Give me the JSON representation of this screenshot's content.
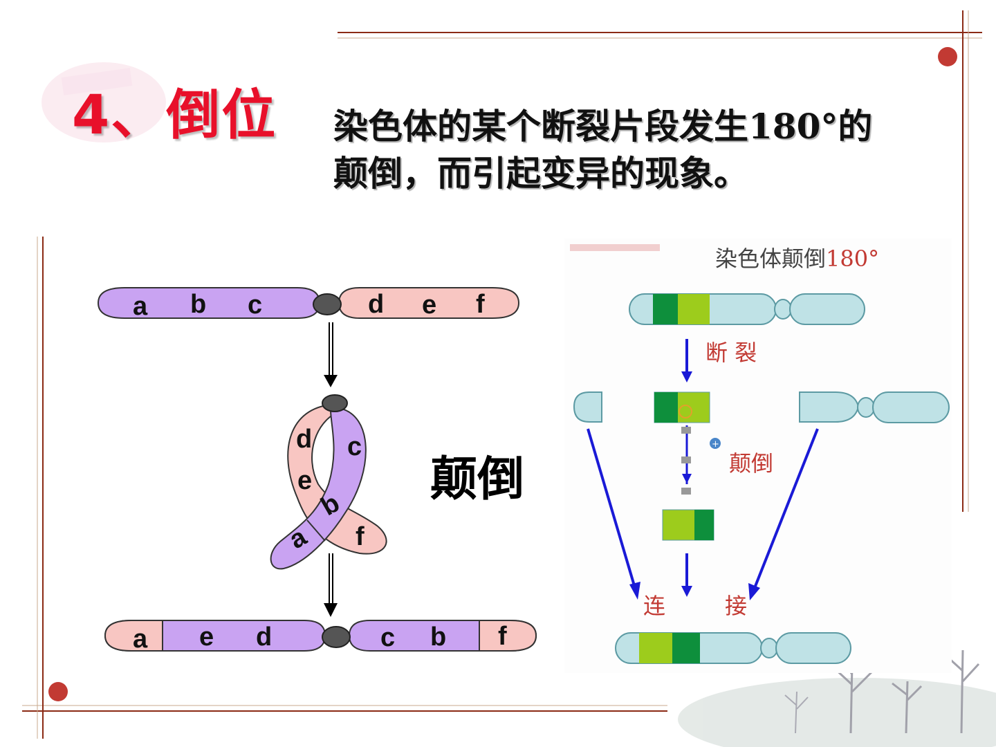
{
  "title": {
    "number": "4、",
    "term": "倒位"
  },
  "definition": {
    "line1": "染色体的某个断裂片段发生180°的",
    "line2": "颠倒，而引起变异的现象。"
  },
  "left_diagram": {
    "top_chromosome": {
      "left_arm": [
        "a",
        "b",
        "c"
      ],
      "right_arm": [
        "d",
        "e",
        "f"
      ]
    },
    "loop_labels": [
      "d",
      "c",
      "e",
      "b",
      "a",
      "f"
    ],
    "bottom_chromosome": {
      "left_arm": [
        "a",
        "e",
        "d"
      ],
      "right_arm": [
        "c",
        "b",
        "f"
      ]
    },
    "center_label": "颠倒"
  },
  "right_diagram": {
    "title_text": "染色体颠倒",
    "title_degrees": "180°",
    "step_break": "断 裂",
    "step_invert": "颠倒",
    "step_join_left": "连",
    "step_join_right": "接"
  },
  "colors": {
    "red": "#e8102a",
    "purple": "#c9a3f2",
    "pink": "#f8c6c2",
    "teal": "#bfe2e6",
    "dark_green": "#0e8f3c",
    "light_green": "#9dcc1c",
    "blue_arrow": "#1a1ad6",
    "frame_line": "#8b2a14",
    "dot": "#c23a33"
  }
}
